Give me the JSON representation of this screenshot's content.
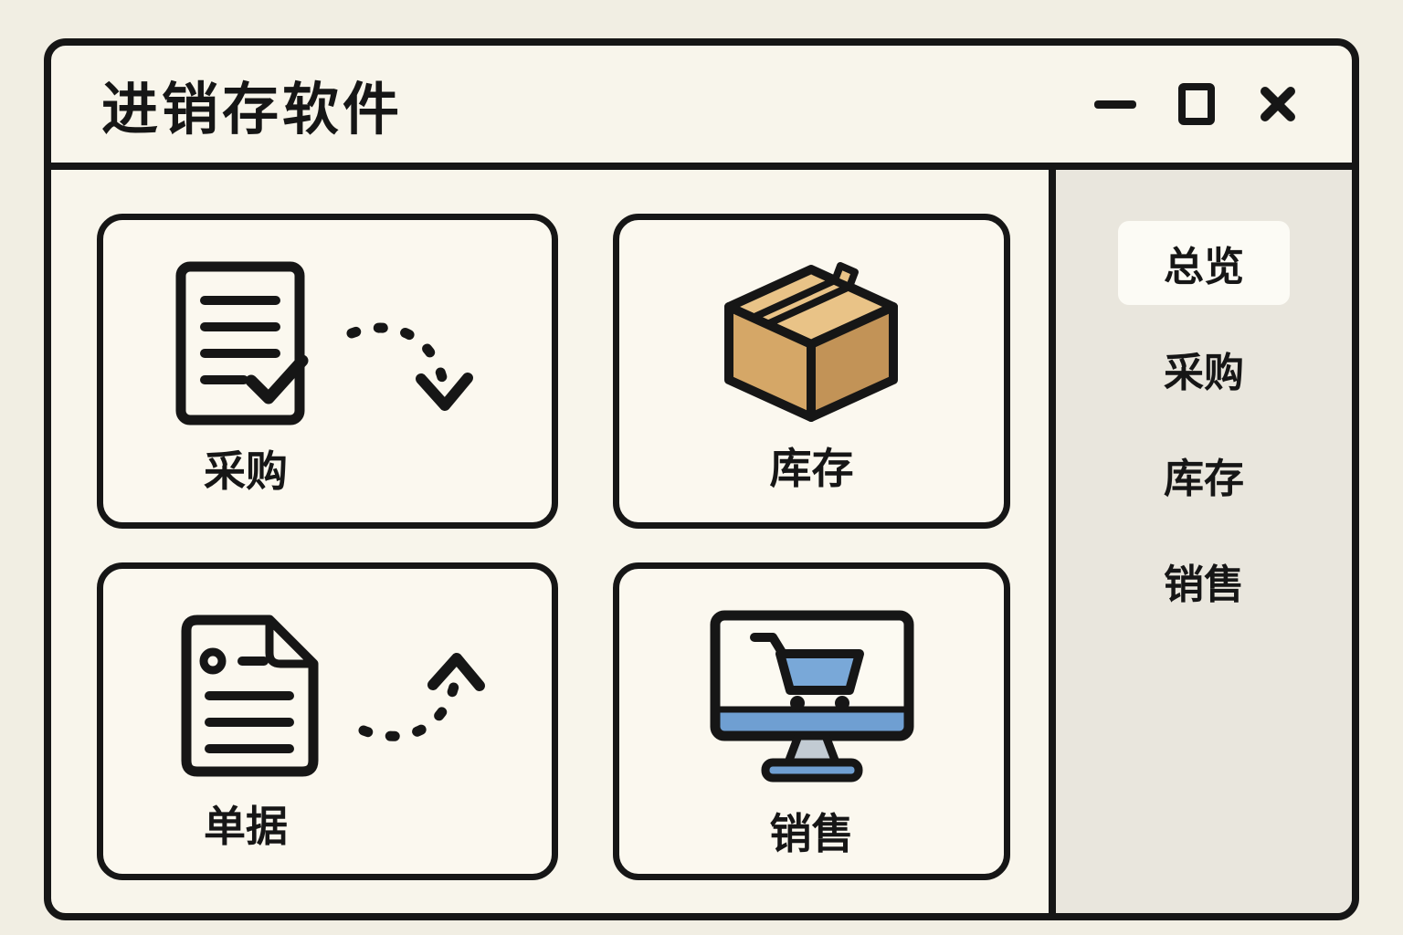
{
  "window": {
    "title": "进销存软件",
    "controls": [
      {
        "name": "minimize",
        "icon": "minimize-icon"
      },
      {
        "name": "maximize",
        "icon": "maximize-icon"
      },
      {
        "name": "close",
        "icon": "close-icon"
      }
    ]
  },
  "main": {
    "cards": [
      {
        "label": "采购",
        "icon": "purchase-list-check-icon",
        "arrow": "dashed-arrow-down-icon"
      },
      {
        "label": "库存",
        "icon": "cardboard-box-icon"
      },
      {
        "label": "单据",
        "icon": "receipt-document-icon",
        "arrow": "dashed-arrow-up-icon"
      },
      {
        "label": "销售",
        "icon": "monitor-shopping-cart-icon"
      }
    ]
  },
  "sidebar": {
    "items": [
      {
        "label": "总览",
        "active": true
      },
      {
        "label": "采购",
        "active": false
      },
      {
        "label": "库存",
        "active": false
      },
      {
        "label": "销售",
        "active": false
      }
    ]
  },
  "colors": {
    "canvas_bg": "#f1eee3",
    "window_bg": "#f8f5eb",
    "card_bg": "#fbf8ef",
    "sidebar_bg": "#e9e6dd",
    "sidebar_active_bg": "#fcfbf5",
    "outline": "#161616",
    "box_top": "#e9c387",
    "box_left": "#d5a767",
    "box_right": "#c29357",
    "accent_blue": "#6f9fd2",
    "cart_blue": "#79a8d8",
    "stand_gray": "#c2cbd3"
  }
}
